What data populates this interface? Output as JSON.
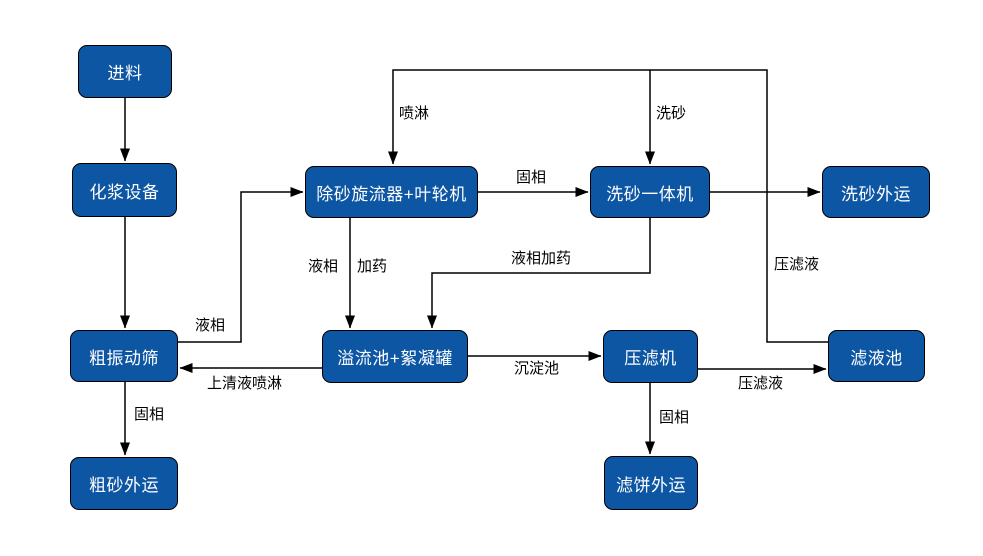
{
  "diagram": {
    "background_color": "#ffffff",
    "node_fill_color": "#0d56a4",
    "node_text_color": "#ffffff",
    "line_color": "#000000",
    "nodes": {
      "feed": "进料",
      "slurry_equipment": "化浆设备",
      "desanding_cyclone": "除砂旋流器+叶轮机",
      "sand_washer": "洗砂一体机",
      "washed_sand_outbound": "洗砂外运",
      "coarse_vibrating_screen": "粗振动筛",
      "overflow_flocculation": "溢流池+絮凝罐",
      "filter_press": "压滤机",
      "filtrate_pool": "滤液池",
      "coarse_sand_outbound": "粗砂外运",
      "filter_cake_outbound": "滤饼外运"
    },
    "edge_labels": {
      "spray": "喷淋",
      "sand_wash": "洗砂",
      "solid_phase_cyclone_to_washer": "固相",
      "liquid_phase_cyclone": "液相",
      "dosing": "加药",
      "liquid_phase_dosing": "液相加药",
      "press_filtrate_recycle": "压滤液",
      "liquid_phase_screen": "液相",
      "supernatant_spray": "上清液喷淋",
      "sedimentation_pool": "沉淀池",
      "press_filtrate": "压滤液",
      "solid_phase_screen": "固相",
      "solid_phase_press": "固相"
    }
  }
}
